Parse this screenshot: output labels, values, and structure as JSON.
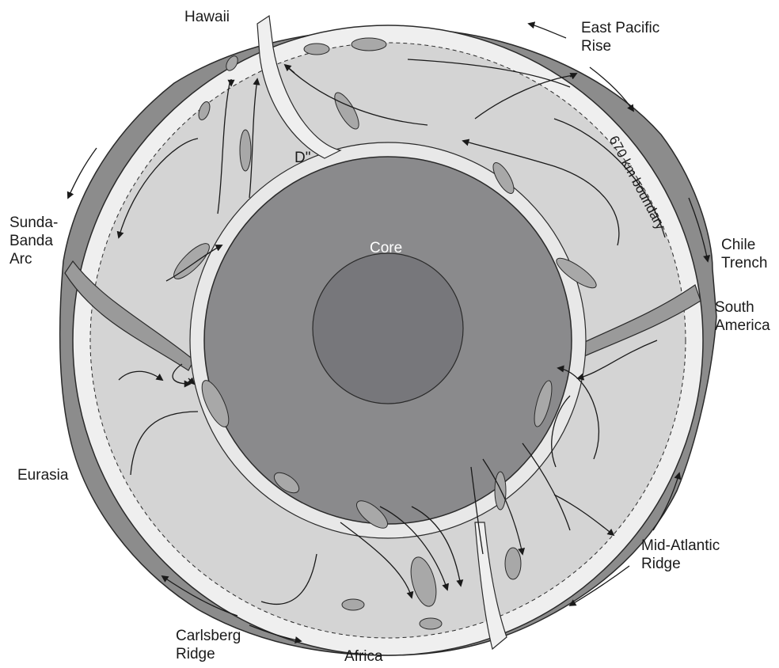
{
  "labels": {
    "hawaii": "Hawaii",
    "east_pacific_rise": "East Pacific\nRise",
    "sunda_banda_arc": "Sunda-\nBanda\nArc",
    "chile_trench": "Chile\nTrench",
    "south_america": "South\nAmerica",
    "eurasia": "Eurasia",
    "mid_atlantic_ridge": "Mid-Atlantic\nRidge",
    "carlsberg_ridge": "Carlsberg\nRidge",
    "africa": "Africa",
    "d_double_prime": "D\"",
    "core": "Core",
    "boundary": "670 km boundary"
  },
  "colors": {
    "crust": "#8c8c8c",
    "upper_mantle": "#efefef",
    "lower_mantle": "#d4d4d4",
    "outer_core": "#8a8a8c",
    "inner_core": "#77777b",
    "slab": "#9a9a9a",
    "stroke": "#2a2a2a"
  }
}
